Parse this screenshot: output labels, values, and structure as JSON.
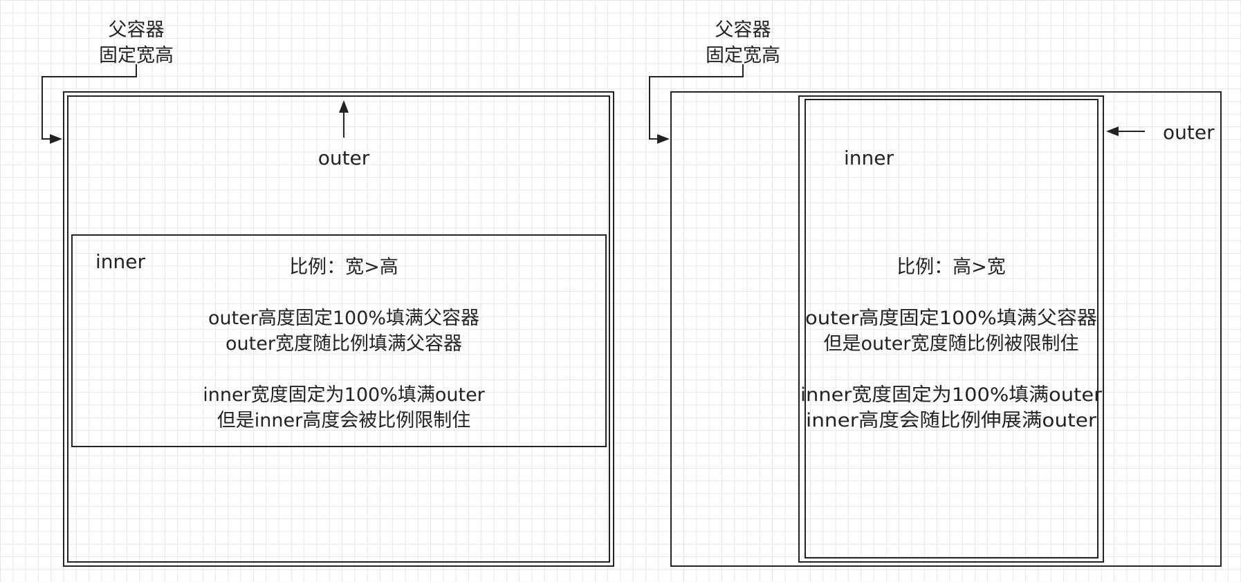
{
  "diagram_left": {
    "parent_label": [
      "父容器",
      "固定宽高"
    ],
    "outer_label": "outer",
    "inner_label": "inner",
    "ratio_label": "比例：宽>高",
    "outer_desc": [
      "outer高度固定100%填满父容器",
      "outer宽度随比例填满父容器"
    ],
    "inner_desc": [
      "inner宽度固定为100%填满outer",
      "但是inner高度会被比例限制住"
    ]
  },
  "diagram_right": {
    "parent_label": [
      "父容器",
      "固定宽高"
    ],
    "outer_label": "outer",
    "inner_label": "inner",
    "ratio_label": "比例：高>宽",
    "outer_desc": [
      "outer高度固定100%填满父容器",
      "但是outer宽度随比例被限制住"
    ],
    "inner_desc": [
      "inner宽度固定为100%填满outer",
      "inner高度会随比例伸展满outer"
    ]
  }
}
